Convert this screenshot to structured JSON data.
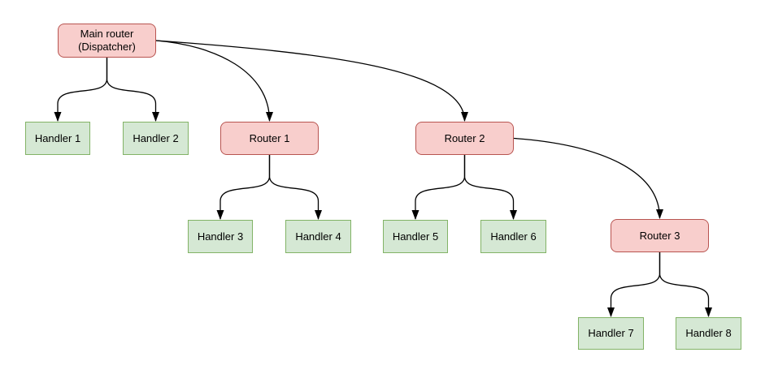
{
  "diagram": {
    "background": "#ffffff",
    "colors": {
      "router_fill": "#f8cecc",
      "router_border": "#b85450",
      "handler_fill": "#d5e8d4",
      "handler_border": "#82b366",
      "edge": "#000000",
      "text": "#000000"
    },
    "nodes": [
      {
        "id": "main-router",
        "label": "Main router\n(Dispatcher)",
        "type": "router"
      },
      {
        "id": "handler-1",
        "label": "Handler 1",
        "type": "handler"
      },
      {
        "id": "handler-2",
        "label": "Handler 2",
        "type": "handler"
      },
      {
        "id": "router-1",
        "label": "Router 1",
        "type": "router"
      },
      {
        "id": "router-2",
        "label": "Router 2",
        "type": "router"
      },
      {
        "id": "handler-3",
        "label": "Handler 3",
        "type": "handler"
      },
      {
        "id": "handler-4",
        "label": "Handler 4",
        "type": "handler"
      },
      {
        "id": "handler-5",
        "label": "Handler 5",
        "type": "handler"
      },
      {
        "id": "handler-6",
        "label": "Handler 6",
        "type": "handler"
      },
      {
        "id": "router-3",
        "label": "Router 3",
        "type": "router"
      },
      {
        "id": "handler-7",
        "label": "Handler 7",
        "type": "handler"
      },
      {
        "id": "handler-8",
        "label": "Handler 8",
        "type": "handler"
      }
    ],
    "edges": [
      {
        "from": "main-router",
        "to": "handler-1"
      },
      {
        "from": "main-router",
        "to": "handler-2"
      },
      {
        "from": "main-router",
        "to": "router-1"
      },
      {
        "from": "main-router",
        "to": "router-2"
      },
      {
        "from": "router-1",
        "to": "handler-3"
      },
      {
        "from": "router-1",
        "to": "handler-4"
      },
      {
        "from": "router-2",
        "to": "handler-5"
      },
      {
        "from": "router-2",
        "to": "handler-6"
      },
      {
        "from": "router-2",
        "to": "router-3"
      },
      {
        "from": "router-3",
        "to": "handler-7"
      },
      {
        "from": "router-3",
        "to": "handler-8"
      }
    ]
  }
}
